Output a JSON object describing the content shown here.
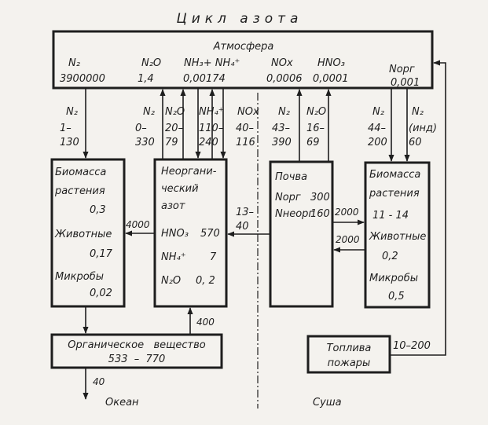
{
  "title": "Цикл азота",
  "atmosphere": {
    "label": "Атмосфера",
    "species": [
      {
        "formula": "N₂",
        "value": "3900000"
      },
      {
        "formula": "N₂O",
        "value": "1,4"
      },
      {
        "formula": "NH₃+ NH₄⁺",
        "value": "0,00174"
      },
      {
        "formula": "NOx",
        "value": "0,0006"
      },
      {
        "formula": "HNO₃",
        "value": "0,0001"
      },
      {
        "formula": "Nорг",
        "value": "0,001"
      }
    ]
  },
  "flows": {
    "ocean_n2_fix": {
      "formula": "N₂",
      "value": "1–\n130"
    },
    "ocean_n2": {
      "formula": "N₂",
      "value": "0–\n330"
    },
    "ocean_n2o": {
      "formula": "N₂O",
      "value": "20–\n79"
    },
    "ocean_nh4": {
      "formula": "NH₄⁺",
      "value": "110–\n240"
    },
    "ocean_nox": {
      "formula": "NOx",
      "value": "40–\n116"
    },
    "land_n2": {
      "formula": "N₂",
      "value": "43–\n390"
    },
    "land_n2o": {
      "formula": "N₂O",
      "value": "16–\n69"
    },
    "land_bio_n2": {
      "formula": "N₂",
      "value": "44–\n200"
    },
    "land_ind_n2": {
      "formula": "N₂",
      "value": "(инд)\n60"
    },
    "ocean_inorg_to_bio": "4000",
    "soil_to_ocean": "13–\n40",
    "soil_to_bio": "2000",
    "bio_to_soil": "2000",
    "org_to_inorg": "400",
    "sediment": "40",
    "fires": "10–200"
  },
  "boxes": {
    "ocean_biomass": {
      "lines": [
        {
          "label": "Биомасса",
          "value": ""
        },
        {
          "label": "растения",
          "value": ""
        },
        {
          "label": "",
          "value": "0,3"
        },
        {
          "label": "Животные",
          "value": ""
        },
        {
          "label": "",
          "value": "0,17"
        },
        {
          "label": "Микробы",
          "value": ""
        },
        {
          "label": "",
          "value": "0,02"
        }
      ]
    },
    "inorganic": {
      "title": [
        "Неоргани-",
        "ческий",
        "азот"
      ],
      "rows": [
        {
          "formula": "HNO₃",
          "value": "570"
        },
        {
          "formula": "NH₄⁺",
          "value": "7"
        },
        {
          "formula": "N₂O",
          "value": "0, 2"
        }
      ]
    },
    "soil": {
      "title": "Почва",
      "rows": [
        {
          "formula": "Nорг",
          "value": "300"
        },
        {
          "formula": "Nнеорг",
          "value": "160"
        }
      ]
    },
    "land_biomass": {
      "lines": [
        {
          "label": "Биомасса",
          "value": ""
        },
        {
          "label": "растения",
          "value": ""
        },
        {
          "label": "",
          "value": "11 - 14"
        },
        {
          "label": "Животные",
          "value": ""
        },
        {
          "label": "",
          "value": "0,2"
        },
        {
          "label": "Микробы",
          "value": ""
        },
        {
          "label": "",
          "value": "0,5"
        }
      ]
    },
    "organic": {
      "title": "Органическое   вещество",
      "value": "533  –  770"
    },
    "fuels": {
      "lines": [
        "Топлива",
        "пожары"
      ]
    }
  },
  "regions": {
    "ocean": "Океан",
    "land": "Суша"
  }
}
